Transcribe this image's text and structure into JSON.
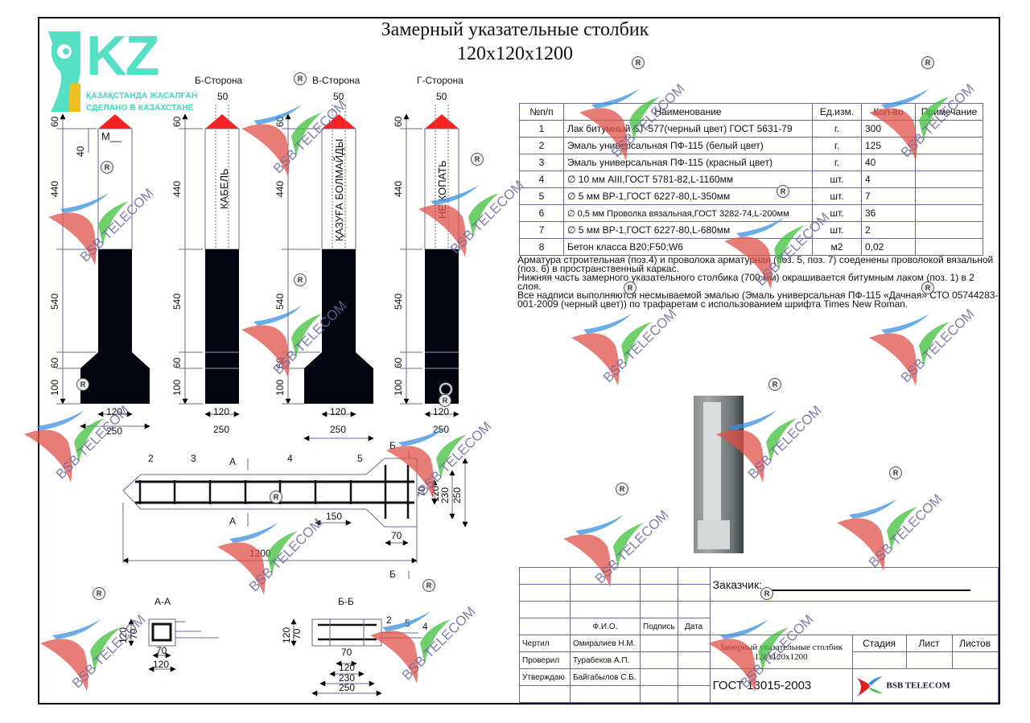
{
  "title": {
    "line1": "Замерный указательные столбик",
    "line2": "120x120x1200"
  },
  "logo": {
    "mark": "KZ",
    "line1": "ҚАЗАҚСТАНДА ЖАСАЛҒАН",
    "line2": "СДЕЛАНО  В  КАЗАХСТАНЕ",
    "color": "#55dfc4"
  },
  "sides": [
    {
      "label": "",
      "inscription": "",
      "marker": "М__"
    },
    {
      "label": "Б-Сторона",
      "inscription": "КАБЕЛЬ"
    },
    {
      "label": "В-Сторона",
      "inscription": "ҚАЗУҒА БОЛМАЙДЫ"
    },
    {
      "label": "Г-Сторона",
      "inscription": "НЕ КОПАТЬ"
    }
  ],
  "dimensions": {
    "top_width": "50",
    "cap": "60",
    "marker_offset": "40",
    "upper": "440",
    "lower": "540",
    "neck": "60",
    "base": "100",
    "post_width": "120",
    "base_width": "250"
  },
  "plan": {
    "callouts": [
      "2",
      "3",
      "4",
      "5"
    ],
    "section_a": "А",
    "section_b": "Б",
    "spacing": "150",
    "end_spacing": "70",
    "length": "1200",
    "widths": [
      "70",
      "120",
      "230",
      "250"
    ]
  },
  "section_aa": {
    "title": "А-А",
    "dims": [
      "120",
      "70",
      "70",
      "120"
    ]
  },
  "section_bb": {
    "title": "Б-Б",
    "callouts": [
      "2",
      "5",
      "4"
    ],
    "dims": [
      "120",
      "70",
      "70",
      "120",
      "230",
      "250"
    ]
  },
  "spec_table": {
    "headers": [
      "№п/п",
      "Наименование",
      "Ед.изм.",
      "Кол-во",
      "Примечание"
    ],
    "rows": [
      {
        "n": "1",
        "name": "Лак битумный БТ-577(черный цвет) ГОСТ 5631-79",
        "unit": "г.",
        "qty": "300",
        "note": ""
      },
      {
        "n": "2",
        "name": "Эмаль универсальная  ПФ-115 (белый цвет)",
        "unit": "г.",
        "qty": "125",
        "note": ""
      },
      {
        "n": "3",
        "name": "Эмаль универсальная  ПФ-115 (красный цвет)",
        "unit": "г.",
        "qty": "40",
        "note": ""
      },
      {
        "n": "4",
        "name": "∅ 10 мм АIII,ГОСТ 5781-82,L-1160мм",
        "unit": "шт.",
        "qty": "4",
        "note": ""
      },
      {
        "n": "5",
        "name": "∅ 5 мм ВР-1,ГОСТ 6227-80,L-350мм",
        "unit": "шт.",
        "qty": "7",
        "note": ""
      },
      {
        "n": "6",
        "name": "∅ 0,5 мм Проволка вязальная,ГОСТ 3282-74,L-200мм",
        "unit": "шт.",
        "qty": "36",
        "note": ""
      },
      {
        "n": "7",
        "name": "∅ 5 мм ВР-1,ГОСТ 6227-80,L-680мм",
        "unit": "шт.",
        "qty": "2",
        "note": ""
      },
      {
        "n": "8",
        "name": "Бетон класса В20;F50;W6",
        "unit": "м2",
        "qty": "0,02",
        "note": ""
      }
    ]
  },
  "notes": [
    "Арматура строительная (поз.4) и проволока арматурная (поз. 5, поз. 7) соеденены проволокой вязальной (поз. 6) в пространственный каркас.",
    "Нижняя часть замерного указательного столбика (700 мм) окрашивается битумным лаком (поз. 1) в 2 слоя.",
    "Все надписи выполняются несмываемой эмалью (Эмаль универсальная ПФ-115 «Дачная» СТО 05744283-001-2009 (черный цвет)) по трафаретам с использованием шрифта Times New Roman."
  ],
  "stamp": {
    "customer_label": "Заказчик:",
    "col_headers": [
      "Ф.И.О.",
      "Подпись",
      "Дата"
    ],
    "roles": [
      {
        "role": "Чертил",
        "name": "Омиралиев Н.М."
      },
      {
        "role": "Проверил",
        "name": "Турабеков А.П."
      },
      {
        "role": "Утверждаю",
        "name": "Байгабылов С.Б."
      }
    ],
    "drawing_title": "Замерный указательные столбик 120x120x1200",
    "stage_headers": [
      "Стадия",
      "Лист",
      "Листов"
    ],
    "standard": "ГОСТ 13015-2003",
    "company": "BSB TELECOM"
  },
  "watermark": {
    "text": "BSB TELECOM",
    "registered": "R",
    "colors": {
      "red": "#e0504a",
      "green": "#3fbf3a",
      "blue": "#3a8fe0"
    }
  }
}
